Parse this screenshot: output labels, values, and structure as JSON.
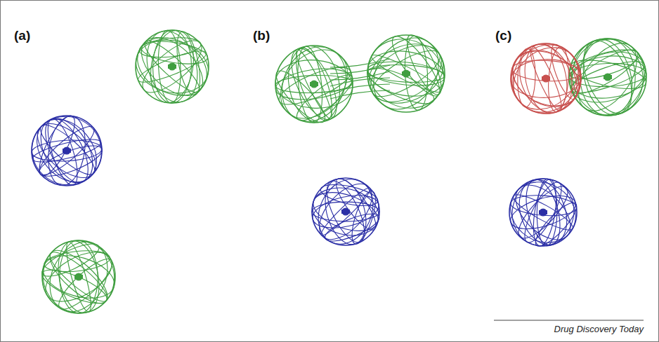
{
  "diagram": {
    "labels": [
      "(a)",
      "(b)",
      "(c)",
      "Drug Discovery Today"
    ]
  }
}
